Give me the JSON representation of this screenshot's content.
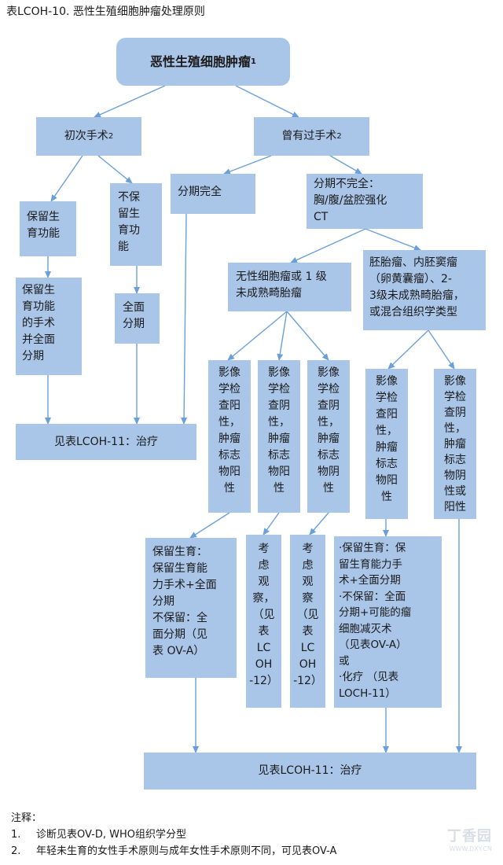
{
  "title": "表LCOH-10. 恶性生殖细胞肿瘤处理原则",
  "colors": {
    "node_fill": "#a9c5e8",
    "edge": "#6a9fd8"
  },
  "nodes": {
    "root": [
      "恶性生殖细胞肿瘤",
      "1"
    ],
    "initial_surgery": [
      "初次手术",
      "2"
    ],
    "prior_surgery": [
      "曾有过手术",
      "2"
    ],
    "preserve_fertility": [
      "保留生",
      "育功能"
    ],
    "no_preserve": [
      "不保",
      "留生",
      "育功",
      "能"
    ],
    "staging_complete": [
      "分期完全"
    ],
    "staging_incomplete": [
      "分期不完全：",
      "胸/腹/盆腔强化",
      "CT"
    ],
    "fertility_surgery_staging": [
      "保留生",
      "育功能",
      "的手术",
      "并全面",
      "分期"
    ],
    "full_staging": [
      "全面",
      "分期"
    ],
    "dysgerminoma": [
      "无性细胞瘤或 1 级",
      "未成熟畸胎瘤"
    ],
    "embryonal": [
      "胚胎瘤、内胚窦瘤",
      "（卵黄囊瘤）、2-",
      "3级未成熟畸胎瘤，",
      "或混合组织学类型"
    ],
    "img_pos_marker_pos": [
      "影像",
      "学检",
      "查阳",
      "性，",
      "肿瘤",
      "标志",
      "物阳",
      "性"
    ],
    "img_neg_marker_pos": [
      "影像",
      "学检",
      "查阴",
      "性，",
      "肿瘤",
      "标志",
      "物阳",
      "性"
    ],
    "img_neg_marker_neg": [
      "影像",
      "学检",
      "查阴",
      "性，",
      "肿瘤",
      "标志",
      "物阴",
      "性"
    ],
    "emb_img_pos": [
      "影像",
      "学检",
      "查阳",
      "性，",
      "肿瘤",
      "标志",
      "物阳",
      "性"
    ],
    "emb_img_neg": [
      "影像",
      "学检",
      "查阴",
      "性，",
      "肿瘤",
      "标志",
      "物阴",
      "性或",
      "阳性"
    ],
    "treat_a": [
      "保留生育：",
      "保留生育能",
      "力手术+全面",
      "分期",
      "不保留：全",
      "面分期（见",
      "表 OV-A）"
    ],
    "observe_1": [
      "考",
      "虑",
      "观",
      "察，",
      "（见",
      "表",
      "LC",
      "OH",
      "-12）"
    ],
    "observe_2": [
      "考",
      "虑",
      "观",
      "察",
      "（见",
      "表",
      "LC",
      "OH",
      "-12）"
    ],
    "treat_b": [
      "·保留生育：保",
      "留生育能力手",
      "术+全面分期",
      "·不保留：全面",
      "分期+可能的瘤",
      "细胞减灭术",
      "（见表OV-A）",
      "或",
      "·化疗 （见表",
      "LOCH-11）"
    ],
    "see_lcoh11_top": "见表LCOH-11：治疗",
    "see_lcoh11_bottom": "见表LCOH-11：治疗"
  },
  "notes": {
    "heading": "注释：",
    "items": [
      {
        "num": "1.",
        "text": "诊断见表OV-D, WHO组织学分型"
      },
      {
        "num": "2.",
        "text": "年轻未生育的女性手术原则与成年女性手术原则不同，可见表OV-A"
      }
    ]
  },
  "watermark": {
    "text": "丁香园",
    "sub": "WWW.DXY.CN"
  }
}
